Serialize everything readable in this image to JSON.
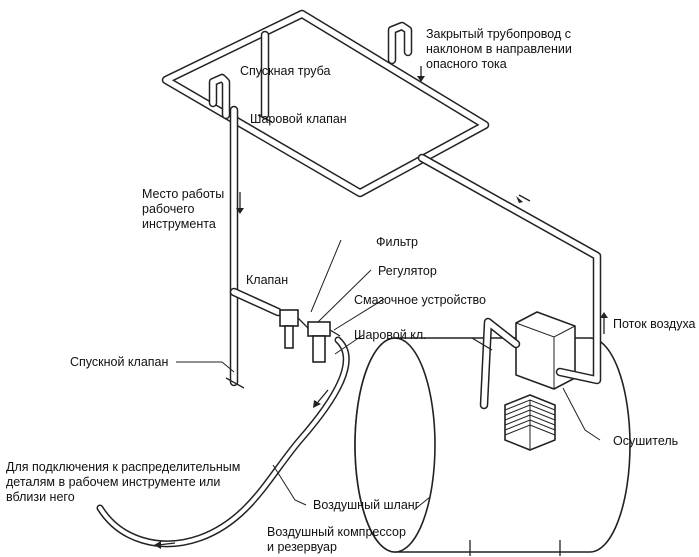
{
  "labels": {
    "closed_pipeline": "Закрытый трубопровод с\nнаклоном в направлении\nопасного тока",
    "drain_pipe": "Спускная труба",
    "ball_valve_top": "Шаровой клапан",
    "work_place": "Место работы\nрабочего\nинструмента",
    "filter": "Фильтр",
    "regulator": "Регулятор",
    "valve": "Клапан",
    "lubricator": "Смазочное устройство",
    "ball_valve_short": "Шаровой кл.",
    "air_flow": "Поток воздуха",
    "drain_valve": "Спускной клапан",
    "dryer": "Осушитель",
    "connection_note": "Для подключения к распределительным\nдеталям в рабочем инструменте или\nвблизи него",
    "air_hose": "Воздушный шланг",
    "compressor": "Воздушный компрессор\nи резервуар"
  },
  "icons": {
    "flow_arrow": "flow-arrow-icon"
  }
}
